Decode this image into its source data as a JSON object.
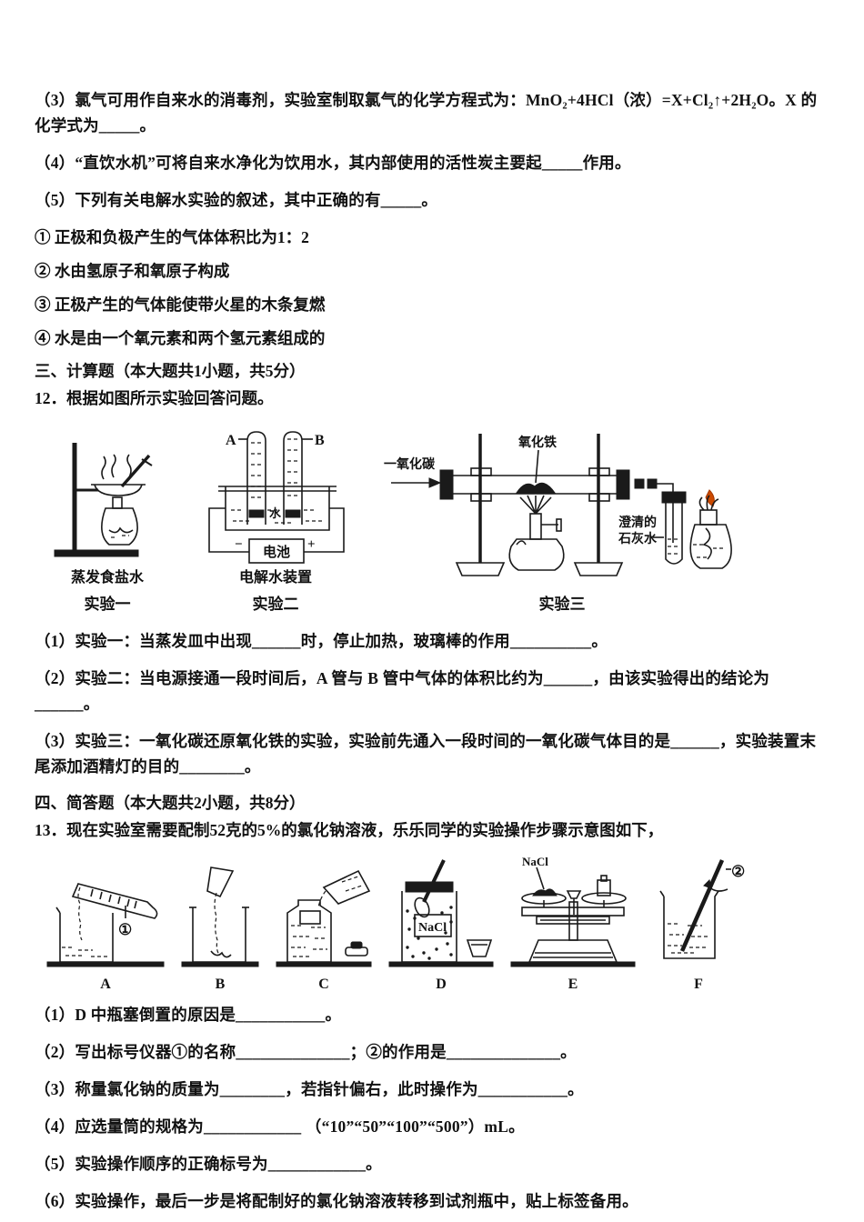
{
  "doc": {
    "q3": "（3）氯气可用作自来水的消毒剂，实验室制取氯气的化学方程式为：MnO₂+4HCl（浓）=X+Cl₂↑+2H₂O。X 的化学式为_____。",
    "q4": "（4）“直饮水机”可将自来水净化为饮用水，其内部使用的活性炭主要起_____作用。",
    "q5": "（5）下列有关电解水实验的叙述，其中正确的有_____。",
    "options": [
      "① 正极和负极产生的气体体积比为1：2",
      "② 水由氢原子和氧原子构成",
      "③ 正极产生的气体能使带火星的木条复燃",
      "④ 水是由一个氧元素和两个氢元素组成的"
    ],
    "section3": "三、计算题（本大题共1小题，共5分）",
    "q12": "12．根据如图所示实验回答问题。",
    "q12_sub": [
      "（1）实验一：当蒸发皿中出现______时，停止加热，玻璃棒的作用__________。",
      "（2）实验二：当电源接通一段时间后，A 管与 B 管中气体的体积比约为______，由该实验得出的结论为______。",
      "（3）实验三：一氧化碳还原氧化铁的实验，实验前先通入一段时间的一氧化碳气体目的是______，实验装置末尾添加酒精灯的目的________。"
    ],
    "section4": "四、简答题（本大题共2小题，共8分）",
    "q13": "13．现在实验室需要配制52克的5%的氯化钠溶液，乐乐同学的实验操作步骤示意图如下，",
    "q13_sub": [
      "（1）D 中瓶塞倒置的原因是___________。",
      "（2）写出标号仪器①的名称______________；②的作用是______________。",
      "（3）称量氯化钠的质量为________，若指针偏右，此时操作为___________。",
      "（4）应选量筒的规格为____________ （“10”“50”“100”“500”）mL。",
      "（5）实验操作顺序的正确标号为____________。",
      "（6）实验操作，最后一步是将配制好的氯化钠溶液转移到试剂瓶中，贴上标签备用。"
    ]
  },
  "figure1": {
    "exp1": {
      "label": "蒸发食盐水",
      "caption": "实验一"
    },
    "exp2": {
      "tube_a": "A",
      "tube_b": "B",
      "water": "水",
      "minus": "−",
      "plus": "+",
      "battery": "电池",
      "label": "电解水装置",
      "caption": "实验二"
    },
    "exp3": {
      "gas": "一氧化碳",
      "solid": "氧化铁",
      "limewater_1": "澄清的",
      "limewater_2": "石灰水",
      "caption": "实验三"
    }
  },
  "figure2": {
    "items": [
      "A",
      "B",
      "C",
      "D",
      "E",
      "F"
    ],
    "marker1": "①",
    "marker2": "②",
    "nacl_bottle": "NaCl",
    "nacl_weigh": "NaCl"
  },
  "colors": {
    "ink": "#1a1a1a",
    "flame": "#cc4a00"
  }
}
